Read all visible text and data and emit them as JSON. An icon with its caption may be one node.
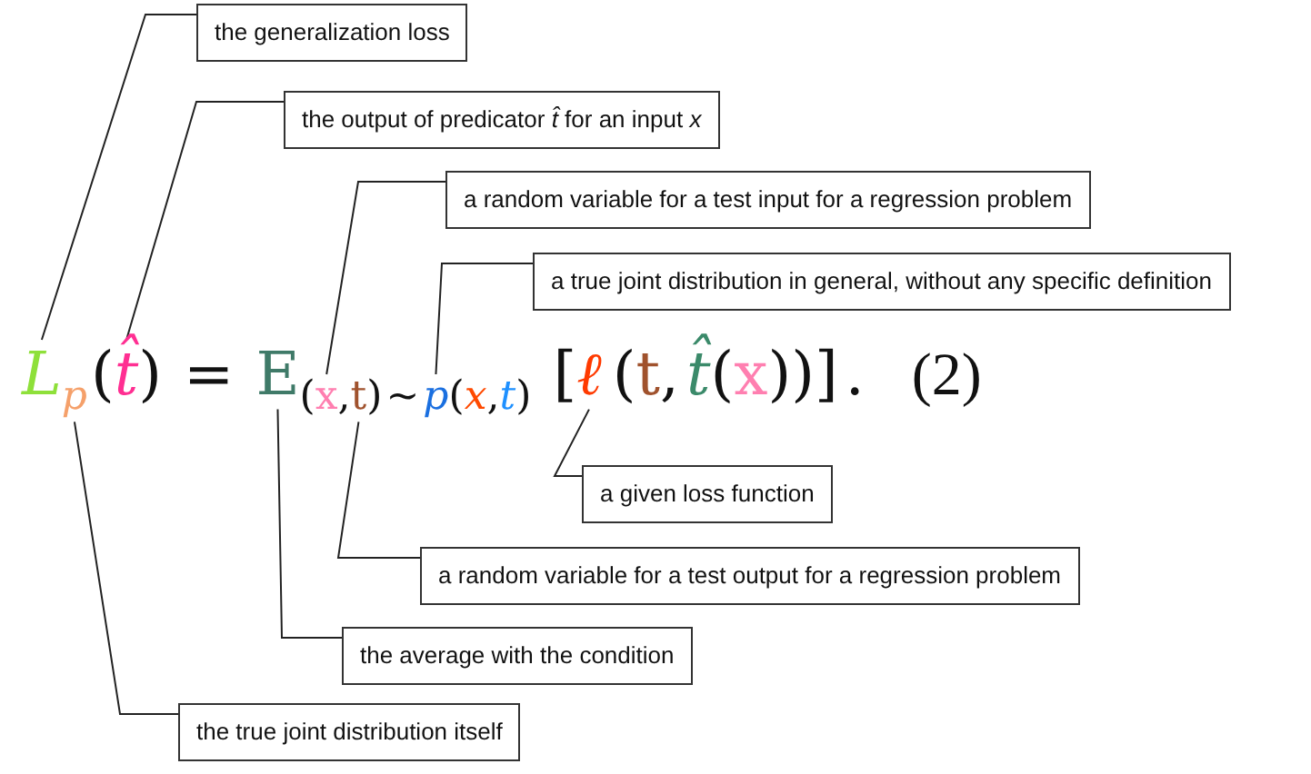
{
  "diagram": {
    "nodes": [
      {
        "text": [
          "the generalization loss"
        ]
      },
      {
        "text": [
          "the output of predicator *t̂* for an input *x*"
        ]
      },
      {
        "text": [
          "a random variable for a test input for a regression problem"
        ]
      },
      {
        "text": [
          "a true joint distribution in general, without any specific definition"
        ]
      },
      {
        "text": [
          "a given loss function"
        ]
      },
      {
        "text": [
          "a random variable for a test output for a regression problem"
        ]
      },
      {
        "text": [
          "the average with the condition"
        ]
      },
      {
        "text": [
          "the true joint distribution itself"
        ]
      },
      {
        "text": [
          "L"
        ]
      },
      {
        "text": [
          "p"
        ]
      },
      {
        "text": [
          "t̂"
        ]
      },
      {
        "text": [
          "E"
        ]
      },
      {
        "text": [
          "x"
        ]
      },
      {
        "text": [
          "t"
        ]
      },
      {
        "text": [
          "p"
        ]
      },
      {
        "text": [
          "ℓ"
        ]
      }
    ],
    "edges": [
      {
        "from": 0,
        "to": 8,
        "arrow": "none"
      },
      {
        "from": 1,
        "to": 10,
        "arrow": "none"
      },
      {
        "from": 2,
        "to": 12,
        "arrow": "none"
      },
      {
        "from": 3,
        "to": 14,
        "arrow": "none"
      },
      {
        "from": 4,
        "to": 15,
        "arrow": "none"
      },
      {
        "from": 5,
        "to": 13,
        "arrow": "none"
      },
      {
        "from": 6,
        "to": 11,
        "arrow": "none"
      },
      {
        "from": 7,
        "to": 9,
        "arrow": "none"
      }
    ],
    "labels": [
      "(",
      ")",
      "=",
      "(",
      ",",
      ")",
      "~",
      "(",
      "x",
      ",",
      "t",
      ")",
      "[",
      "(",
      "t",
      ",",
      "t̂",
      "(",
      "x",
      "))]",
      ".",
      "(2)"
    ]
  }
}
